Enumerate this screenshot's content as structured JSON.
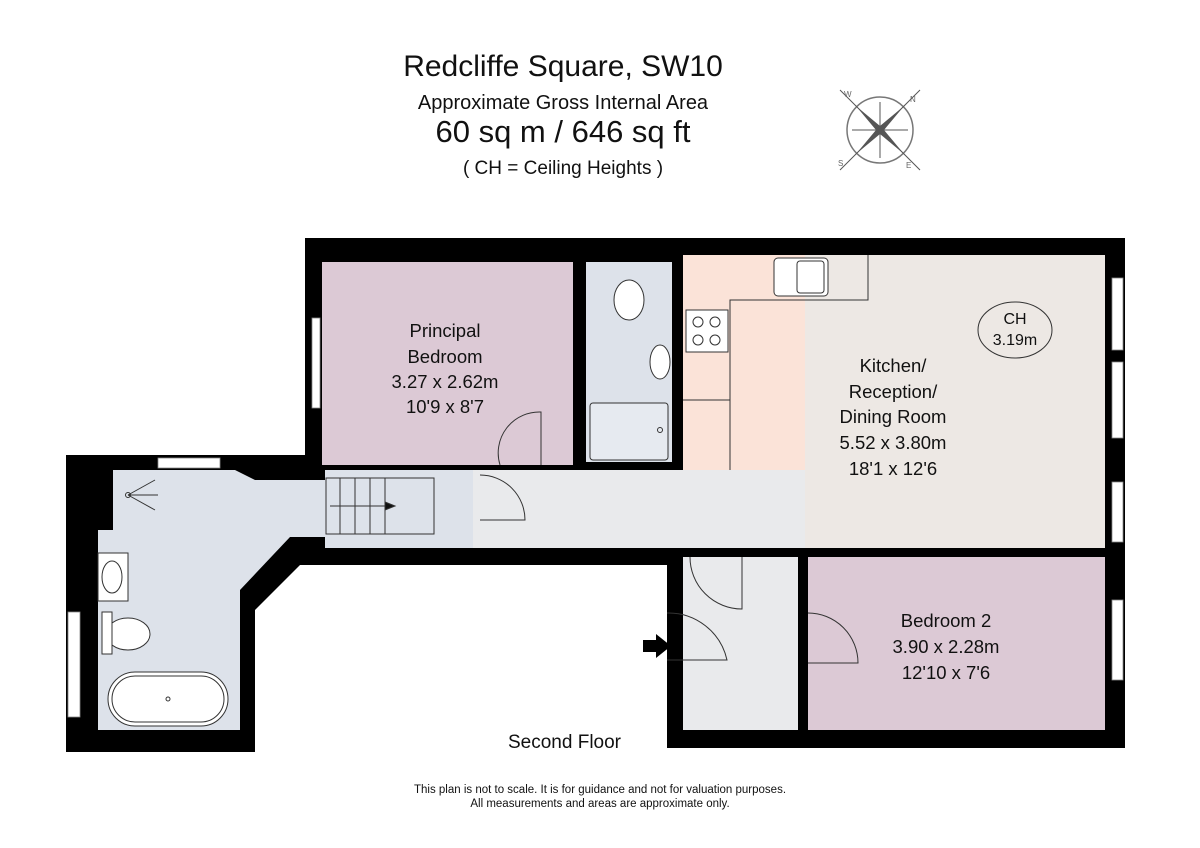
{
  "header": {
    "title": "Redcliffe Square, SW10",
    "subtitle": "Approximate Gross Internal Area",
    "area": "60 sq m  /  646 sq ft",
    "ch_note": "( CH = Ceiling Heights )"
  },
  "compass": {
    "icon": "compass-rose-icon",
    "labels": [
      "N",
      "E",
      "S",
      "W"
    ]
  },
  "rooms": {
    "principal_bedroom": {
      "name_1": "Principal",
      "name_2": "Bedroom",
      "metric": "3.27 x 2.62m",
      "imperial": "10'9 x 8'7"
    },
    "kitchen": {
      "name_1": "Kitchen/",
      "name_2": "Reception/",
      "name_3": "Dining Room",
      "metric": "5.52 x 3.80m",
      "imperial": "18'1 x 12'6"
    },
    "ceiling_height": {
      "label": "CH",
      "value": "3.19m"
    },
    "bedroom_2": {
      "name": "Bedroom 2",
      "metric": "3.90 x 2.28m",
      "imperial": "12'10 x 7'6"
    }
  },
  "floor_label": "Second Floor",
  "disclaimer": {
    "line1": "This plan is not to scale. It is for guidance and not for valuation purposes.",
    "line2": "All measurements and areas are approximate only."
  },
  "colors": {
    "wall": "#000000",
    "bedroom": "#dcc9d5",
    "bathroom": "#dde2ea",
    "kitchen": "#fbe3d8",
    "reception": "#ede8e4",
    "hallway": "#e9eaec"
  }
}
